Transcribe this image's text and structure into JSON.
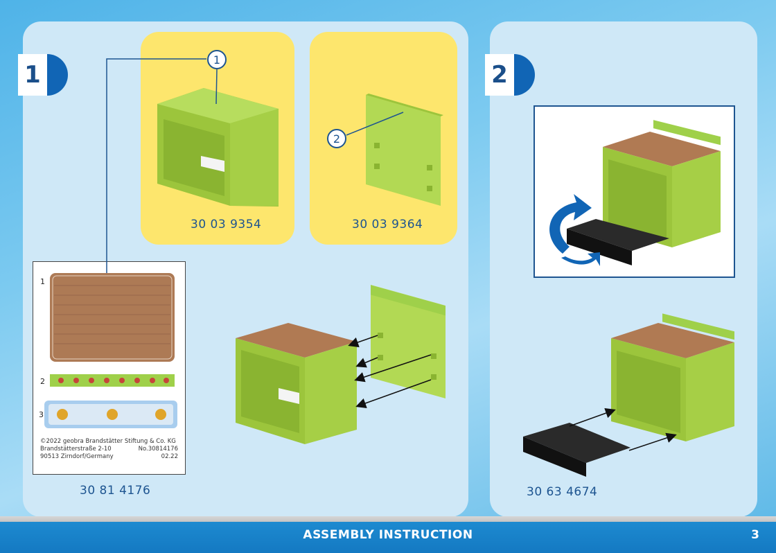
{
  "steps": [
    {
      "number": "1"
    },
    {
      "number": "2"
    }
  ],
  "parts": {
    "body_part_no": "30 03 9354",
    "panel_part_no": "30 03 9364",
    "sticker_part_no": "30 81 4176",
    "tray_part_no": "30 63 4674"
  },
  "callouts": [
    "1",
    "2"
  ],
  "sticker_sheet": {
    "labels": [
      "1",
      "2",
      "3"
    ],
    "copyright": [
      "©2022 geobra Brandstätter Stiftung & Co. KG",
      "Brandstätterstraße 2-10",
      "90513 Zirndorf/Germany"
    ],
    "number_line": "No.30814176",
    "date_line": "02.22"
  },
  "footer": {
    "title": "ASSEMBLY INSTRUCTION",
    "page": "3"
  },
  "colors": {
    "panel_bg": "#cfe8f7",
    "part_green": "#a8d147",
    "highlight_yellow": "#fde66d",
    "brand_blue": "#1165b5",
    "wood": "#b07a53"
  }
}
